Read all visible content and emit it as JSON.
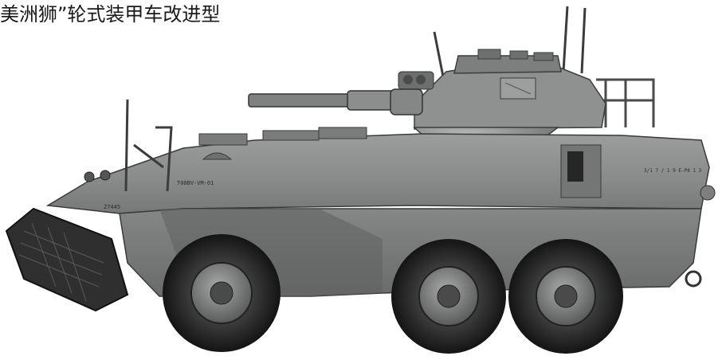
{
  "caption": "美洲狮”轮式装甲车改进型",
  "vehicle": {
    "marking_front": "27445",
    "marking_side": "T00BV-VM-01",
    "marking_rear": "3/1 7 / 1 9 E-P8 1 3"
  },
  "colors": {
    "hull": "#8a8b8b",
    "hull_light": "#a6a7a6",
    "hull_dark": "#6f7070",
    "tyre": "#262626",
    "hub": "#7c7d7d"
  }
}
